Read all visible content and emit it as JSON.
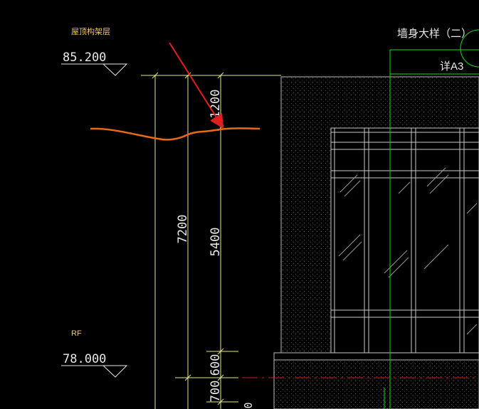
{
  "levels": [
    {
      "name": "屋顶构架层",
      "elevation": "85.200"
    },
    {
      "name": "RF",
      "elevation": "78.000"
    }
  ],
  "title": "墙身大样（二）",
  "detail_ref": "详A3",
  "dimensions": {
    "outer": "7200",
    "inner_top": "1200",
    "inner_mid": "5400",
    "inner_low": "600",
    "inner_bottom": "700",
    "bottom_zero": "0"
  },
  "colors": {
    "background": "#000000",
    "dim_line": "#e6e68a",
    "text_yellow": "#f2c85a",
    "text_white": "#e8e8e8",
    "grid_green": "#19d919",
    "red_line": "#d01c1c",
    "break_line": "#e86a12",
    "arrow": "#e02020"
  }
}
